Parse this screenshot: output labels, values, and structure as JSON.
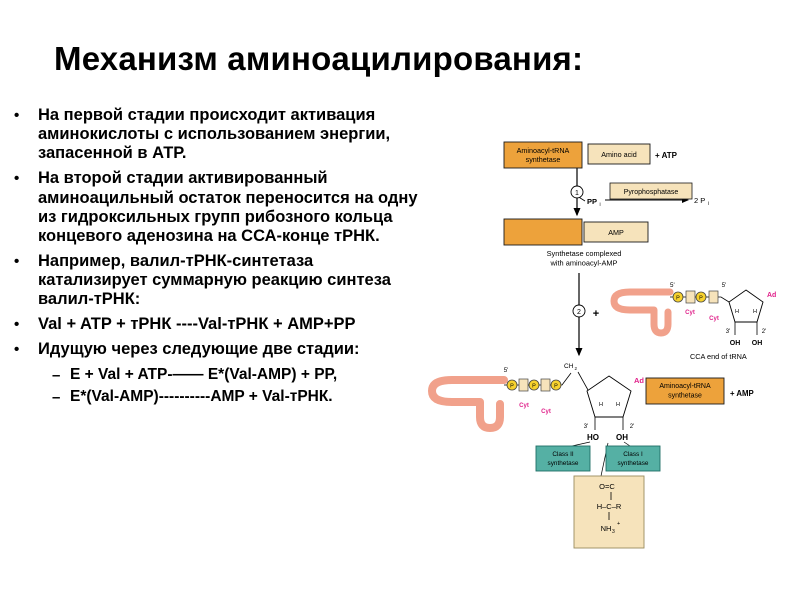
{
  "slide": {
    "title": "Механизм аминоацилирования:",
    "bullet_marker": "•",
    "dash_marker": "–",
    "bullets": [
      "На первой стадии происходит активация аминокислоты с использованием энергии, запасенной в АТР.",
      "На второй стадии активированный аминоацильный остаток переносится на одну из гидроксильных групп рибозного кольца концевого аденозина на ССА-конце тРНК.",
      "Например, валил-тРНК-синтетаза катализирует суммарную реакцию синтеза валил-тРНК:",
      "Val + ATP + тРНК ----Val-тРНК + AMP+PP",
      "Идущую через следующие две стадии:"
    ],
    "sub_bullets": [
      "E + Val + ATP-—— E*(Val-AMP) + PP,",
      "E*(Val-AMP)----------AMP + Val-тРНК."
    ]
  },
  "diagram": {
    "synthetase_line1": "Aminoacyl-tRNA",
    "synthetase_line2": "synthetase",
    "amino_acid": "Amino acid",
    "plus_atp": "+ ATP",
    "step1": "1",
    "step2": "2",
    "pp": "PP",
    "sub_i": "i",
    "pyrophosphatase": "Pyrophosphatase",
    "two_pi": "2 P",
    "amp": "AMP",
    "complex_line1": "Synthetase complexed",
    "complex_line2": "with aminoacyl-AMP",
    "plus": "+",
    "five_prime": "5'",
    "three_prime": "3'",
    "two_prime": "2'",
    "p": "P",
    "cyt": "Cyt",
    "ad": "Ad",
    "h": "H",
    "oh": "OH",
    "ho": "HO",
    "cca_end": "CCA end of tRNA",
    "ch": "CH",
    "sub_2": "2",
    "plus_amp": "+ AMP",
    "class2_line1": "Class II",
    "class2_line2": "synthetase",
    "class1_line1": "Class I",
    "class1_line2": "synthetase",
    "carbonyl": "O=C",
    "hcr": "H–C–R",
    "nh": "NH",
    "sub_3": "3",
    "sup_plus": "+",
    "colors": {
      "orange_box": "#EDA23B",
      "cream_box": "#F6E3BB",
      "teal_box": "#55B0A4",
      "trna_salmon": "#F1A18B",
      "phosphate_yellow": "#F7D22E",
      "magenta_label": "#E0218A"
    }
  }
}
